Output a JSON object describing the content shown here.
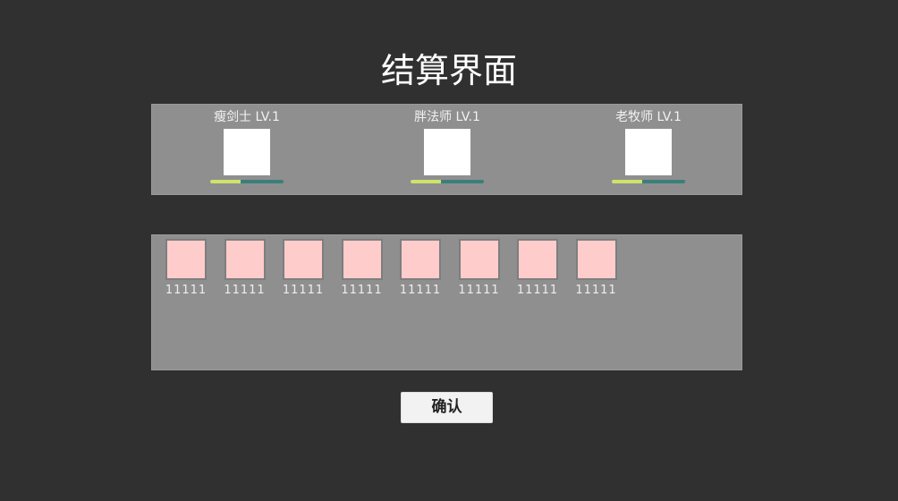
{
  "title": "结算界面",
  "heroes": [
    {
      "name": "瘦剑士 LV.1",
      "exp_progress": 0.42
    },
    {
      "name": "胖法师 LV.1",
      "exp_progress": 0.42
    },
    {
      "name": "老牧师 LV.1",
      "exp_progress": 0.42
    }
  ],
  "rewards": [
    {
      "count": "11111"
    },
    {
      "count": "11111"
    },
    {
      "count": "11111"
    },
    {
      "count": "11111"
    },
    {
      "count": "11111"
    },
    {
      "count": "11111"
    },
    {
      "count": "11111"
    },
    {
      "count": "11111"
    }
  ],
  "confirm_label": "确认",
  "colors": {
    "background": "#303030",
    "panel": "#8f8f8f",
    "item": "#ffcccc",
    "exp_fill": "#cfe26a",
    "exp_track": "#3a7f7c"
  }
}
